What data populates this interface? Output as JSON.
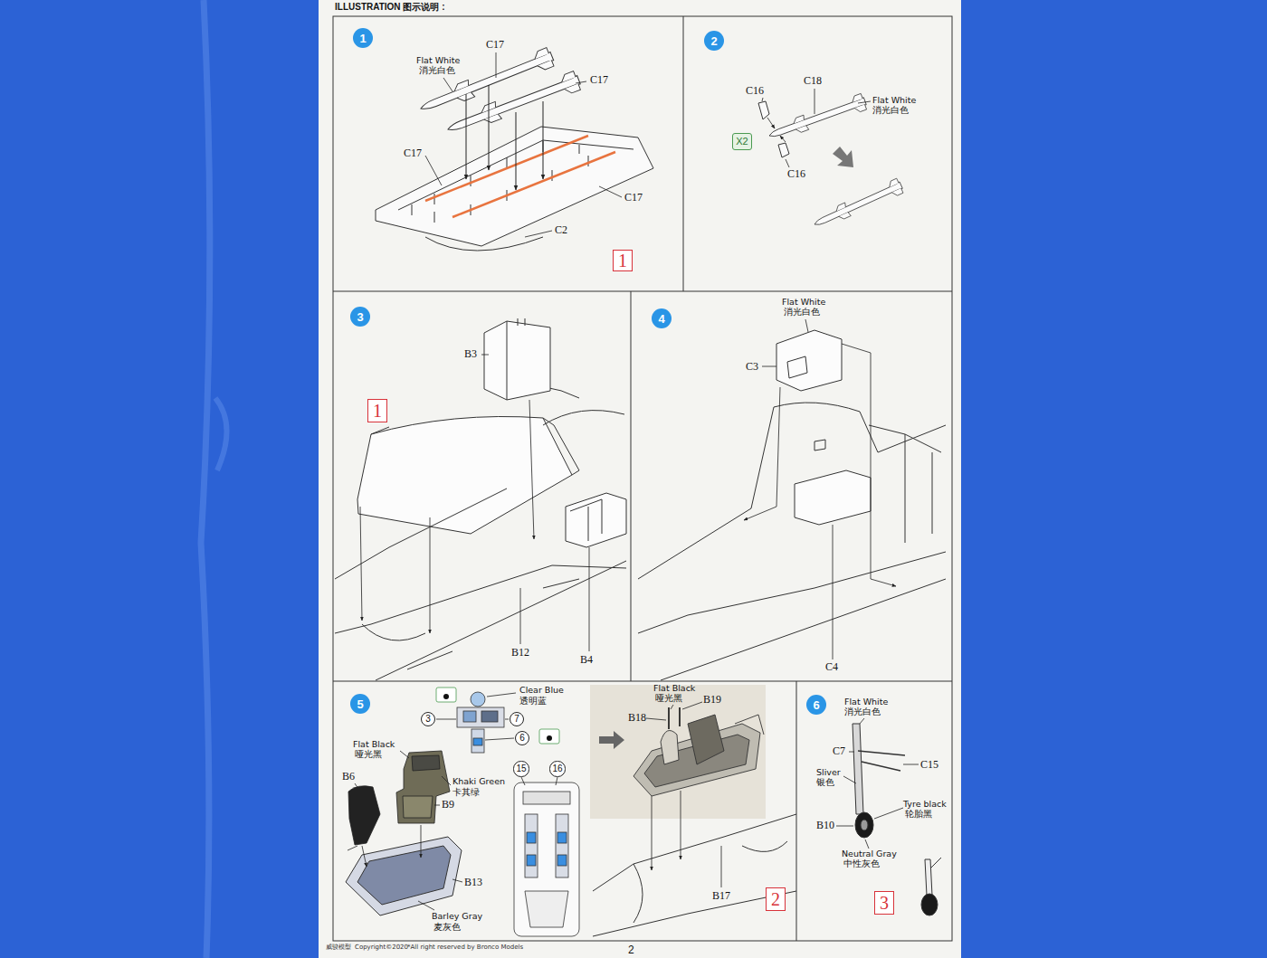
{
  "diagram": {
    "title": "ILLUSTRATION 图示说明 :",
    "nodes": [
      {
        "text": [
          "1"
        ]
      },
      {
        "text": [
          "1"
        ]
      },
      {
        "text": [
          "2"
        ]
      },
      {
        "text": [
          "X2"
        ]
      },
      {
        "text": [
          "3"
        ]
      },
      {
        "text": [
          "1"
        ]
      },
      {
        "text": [
          "4"
        ]
      },
      {
        "text": [
          "5"
        ]
      },
      {
        "text": [
          "3"
        ]
      },
      {
        "text": [
          "7"
        ]
      },
      {
        "text": [
          "6"
        ]
      },
      {
        "text": [
          "15"
        ]
      },
      {
        "text": [
          "16"
        ]
      },
      {
        "text": [
          "2"
        ]
      },
      {
        "text": [
          "6"
        ]
      },
      {
        "text": [
          "3"
        ]
      }
    ],
    "labels": [
      "Flat White",
      "消光白色",
      "C17",
      "C17",
      "C17",
      "C17",
      "C2",
      "C16",
      "C18",
      "Flat White",
      "消光白色",
      "C16",
      "B3",
      "B12",
      "B4",
      "Flat White",
      "消光白色",
      "C3",
      "C4",
      "Clear Blue",
      "透明蓝",
      "Flat Black",
      "哑光黑",
      "B6",
      "Khaki Green",
      "卡其绿",
      "B9",
      "B13",
      "Barley Gray",
      "麦灰色",
      "Flat Black",
      "哑光黑",
      "B18",
      "B19",
      "B17",
      "Flat White",
      "消光白色",
      "C7",
      "C15",
      "Sliver",
      "银色",
      "Tyre black",
      "轮胎黑",
      "B10",
      "Neutral Gray",
      "中性灰色",
      "威骏模型",
      "Copyright©2020",
      "*All right reserved by Bronco Models",
      "2"
    ]
  }
}
